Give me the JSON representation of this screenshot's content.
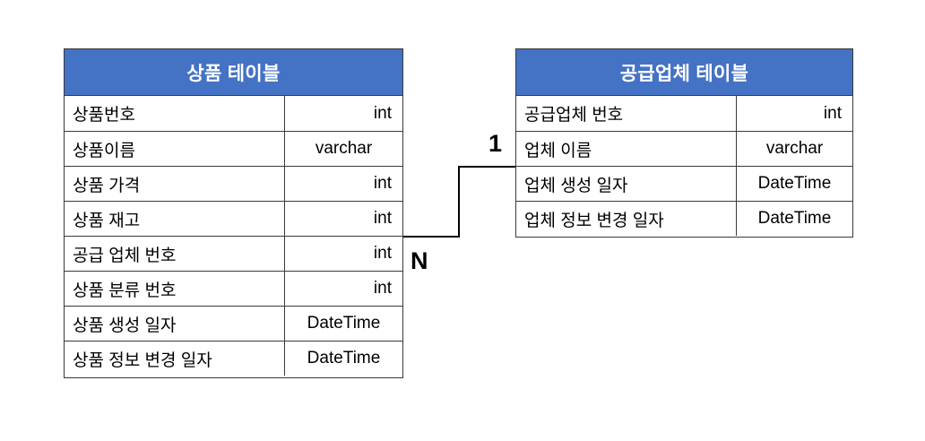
{
  "diagram": {
    "type": "entity-relationship",
    "accent_color": "#4472C4",
    "border_color": "#3a3a3a",
    "background": "#ffffff",
    "header_text_color": "#ffffff"
  },
  "entities": [
    {
      "id": "product",
      "title": "상품 테이블",
      "columns": [
        {
          "name": "상품번호",
          "type": "int",
          "type_align": "right"
        },
        {
          "name": "상품이름",
          "type": "varchar",
          "type_align": "center"
        },
        {
          "name": "상품 가격",
          "type": "int",
          "type_align": "right"
        },
        {
          "name": "상품 재고",
          "type": "int",
          "type_align": "right"
        },
        {
          "name": "공급 업체 번호",
          "type": "int",
          "type_align": "right"
        },
        {
          "name": "상품 분류 번호",
          "type": "int",
          "type_align": "right"
        },
        {
          "name": "상품 생성 일자",
          "type": "DateTime",
          "type_align": "center"
        },
        {
          "name": "상품 정보 변경 일자",
          "type": "DateTime",
          "type_align": "center"
        }
      ]
    },
    {
      "id": "supplier",
      "title": "공급업체 테이블",
      "columns": [
        {
          "name": "공급업체 번호",
          "type": "int",
          "type_align": "right"
        },
        {
          "name": "업체 이름",
          "type": "varchar",
          "type_align": "center"
        },
        {
          "name": "업체 생성 일자",
          "type": "DateTime",
          "type_align": "center"
        },
        {
          "name": "업체 정보 변경 일자",
          "type": "DateTime",
          "type_align": "center"
        }
      ]
    }
  ],
  "relationship": {
    "from_entity": "product",
    "from_column": "공급 업체 번호",
    "to_entity": "supplier",
    "to_column": "공급업체 번호",
    "cardinality_from": "N",
    "cardinality_to": "1",
    "line_color": "#000000"
  }
}
